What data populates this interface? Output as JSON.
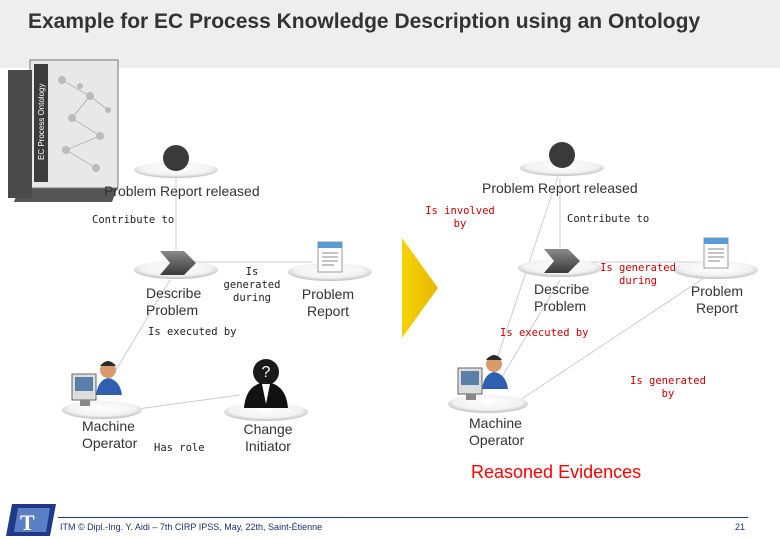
{
  "slide": {
    "title": "Example for EC Process Knowledge Description using an Ontology",
    "page_number": "21",
    "footer": "ITM © Dipl.-Ing. Y. Aidi – 7th CIRP IPSS, May, 22th, Saint-Étienne"
  },
  "book_cover": {
    "title": "EC Process Ontology"
  },
  "left_diagram": {
    "event_label": "Problem Report released",
    "activity_label": "Describe Problem",
    "document_label": "Problem Report",
    "actor_label": "Machine Operator",
    "role_label": "Change Initiator",
    "rel_contribute_to": "Contribute to",
    "rel_is_generated_during": "Is generated during",
    "rel_is_executed_by": "Is executed by",
    "rel_has_role": "Has role"
  },
  "right_diagram": {
    "event_label": "Problem Report released",
    "activity_label": "Describe Problem",
    "document_label": "Problem Report",
    "actor_label": "Machine Operator",
    "rel_is_involved_by": "Is involved by",
    "rel_contribute_to": "Contribute to",
    "rel_is_generated_during": "Is generated during",
    "rel_is_executed_by": "Is executed by",
    "rel_is_generated_by": "Is generated by",
    "section_label": "Reasoned Evidences"
  },
  "colors": {
    "title_bar": "#eeeeee",
    "reasoned_text": "#ff0000",
    "relation_red": "#cc0000",
    "arrow": "#f2c500"
  }
}
